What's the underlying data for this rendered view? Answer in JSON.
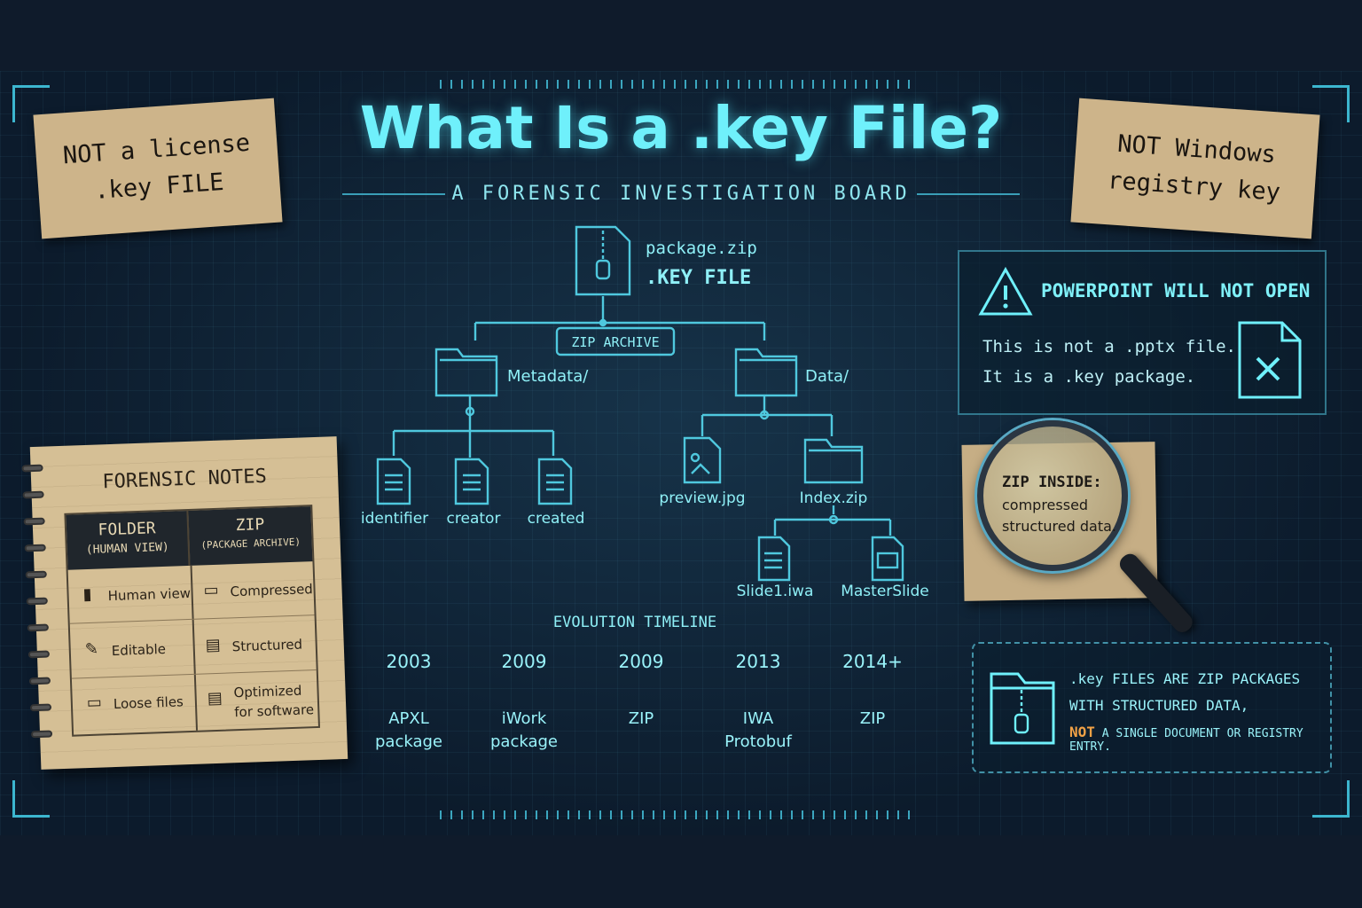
{
  "title": "What Is a .key File?",
  "subtitle": "A FORENSIC INVESTIGATION BOARD",
  "tags": {
    "left": [
      "NOT a license",
      ".key FILE"
    ],
    "right": [
      "NOT Windows",
      "registry key"
    ]
  },
  "tree": {
    "root_name": "package.zip",
    "root_type": ".KEY FILE",
    "archive_label": "ZIP ARCHIVE",
    "metadata_folder": "Metadata/",
    "data_folder": "Data/",
    "metadata_files": [
      "identifier",
      "creator",
      "created"
    ],
    "data_items": [
      "preview.jpg",
      "Index.zip"
    ],
    "index_files": [
      "Slide1.iwa",
      "MasterSlide"
    ]
  },
  "warning": {
    "title": "POWERPOINT WILL NOT OPEN",
    "line1": "This is not a .pptx file.",
    "line2": "It is a .key package."
  },
  "notes": {
    "title": "FORENSIC NOTES",
    "col1_title": "FOLDER",
    "col1_sub": "(HUMAN VIEW)",
    "col2_title": "ZIP",
    "col2_sub": "(PACKAGE ARCHIVE)",
    "col1_rows": [
      "Human view",
      "Editable",
      "Loose files"
    ],
    "col2_rows": [
      "Compressed",
      "Structured",
      "Optimized for software"
    ]
  },
  "timeline": {
    "title": "EVOLUTION TIMELINE",
    "entries": [
      {
        "year": "2003",
        "label": "APXL package"
      },
      {
        "year": "2009",
        "label": "iWork package"
      },
      {
        "year": "2009",
        "label": "ZIP"
      },
      {
        "year": "2013",
        "label": "IWA Protobuf"
      },
      {
        "year": "2014+",
        "label": "ZIP"
      }
    ]
  },
  "magnifier": {
    "title": "ZIP INSIDE:",
    "line1": "compressed",
    "line2": "structured data."
  },
  "summary": {
    "line1": ".key FILES ARE ZIP PACKAGES",
    "line2": "WITH STRUCTURED DATA,",
    "not_word": "NOT",
    "line3_rest": "A SINGLE DOCUMENT OR REGISTRY ENTRY."
  },
  "colors": {
    "accent": "#6ff0fb",
    "line": "#4fc8de",
    "paper": "#cdb48a",
    "warning_orange": "#f0a146"
  }
}
